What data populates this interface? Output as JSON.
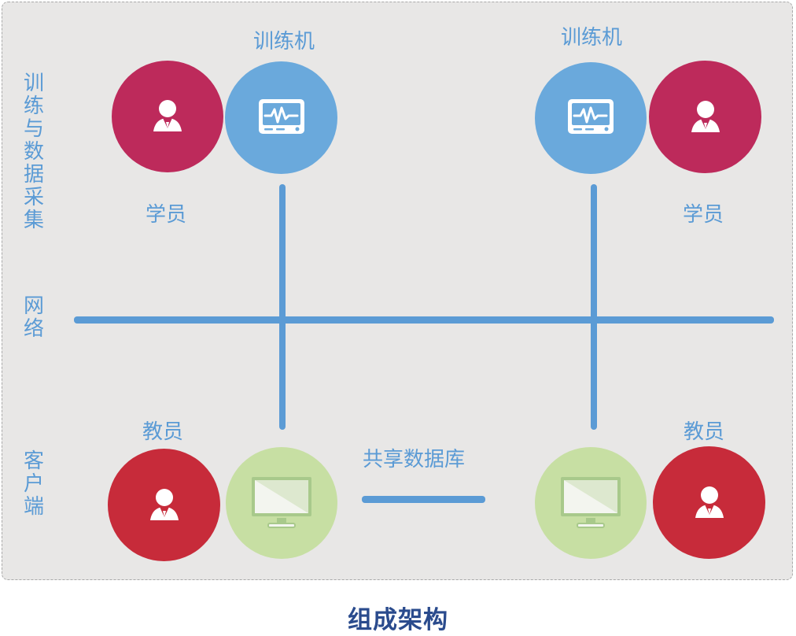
{
  "sections": {
    "acquisition": "训练与数据采集",
    "network": "网络",
    "client": "客户端"
  },
  "nodes": {
    "trainer_label_left": "训练机",
    "trainer_label_right": "训练机",
    "student_label_left": "学员",
    "student_label_right": "学员",
    "teacher_label_left": "教员",
    "teacher_label_right": "教员",
    "shared_db_label": "共享数据库"
  },
  "footer": {
    "title": "组成架构"
  },
  "colors": {
    "student": "#bd2a5b",
    "teacher": "#c72b3a",
    "trainer": "#6aa9dc",
    "client": "#c7dfa3",
    "accent": "#5b9bd5",
    "title": "#2a4b8d"
  },
  "icons": {
    "person": "person-icon",
    "monitor_ecg": "ecg-monitor-icon",
    "computer": "computer-monitor-icon"
  }
}
